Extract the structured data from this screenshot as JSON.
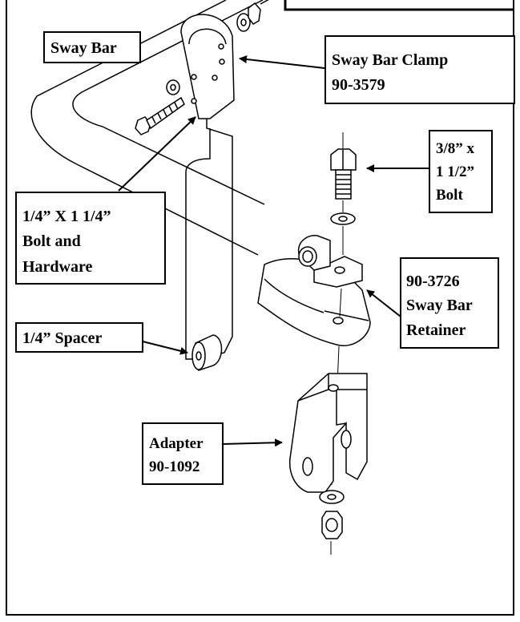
{
  "labels": {
    "sway_bar": [
      "Sway Bar"
    ],
    "clamp": [
      "Sway Bar Clamp",
      "90-3579"
    ],
    "bolt_hardware": [
      "1/4” X 1 1/4”",
      "Bolt and",
      "Hardware"
    ],
    "big_bolt": [
      "3/8” x",
      "1 1/2”",
      "Bolt"
    ],
    "retainer": [
      "90-3726",
      "Sway Bar",
      "Retainer"
    ],
    "spacer": [
      "1/4” Spacer"
    ],
    "adapter": [
      "Adapter",
      "90-1092"
    ]
  },
  "colors": {
    "line": "#000000",
    "background": "#ffffff"
  }
}
